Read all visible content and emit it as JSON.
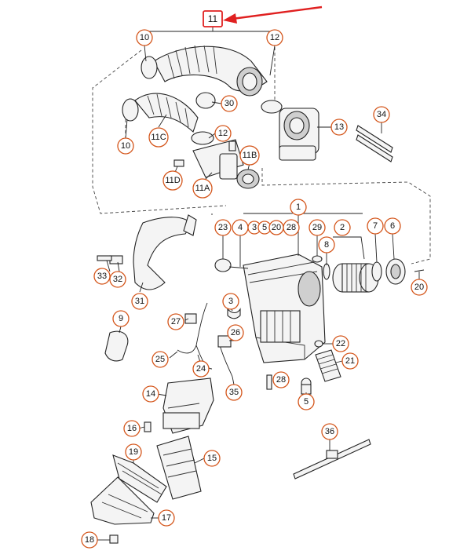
{
  "top_label": "11",
  "highlight_color": "#e02020",
  "callout_color": "#d4551a",
  "callouts": {
    "c10a": "10",
    "c12a": "12",
    "c30": "30",
    "c13": "13",
    "c34": "34",
    "c10b": "10",
    "c11c": "11C",
    "c12b": "12",
    "c11b": "11B",
    "c11d": "11D",
    "c11a": "11A",
    "c1": "1",
    "c23": "23",
    "c4": "4",
    "c3a": "3",
    "c5a": "5",
    "c20a": "20",
    "c28a": "28",
    "c29": "29",
    "c2": "2",
    "c7": "7",
    "c6": "6",
    "c8": "8",
    "c33": "33",
    "c32": "32",
    "c31": "31",
    "c20b": "20",
    "c9": "9",
    "c3b": "3",
    "c27": "27",
    "c26": "26",
    "c22": "22",
    "c25": "25",
    "c21": "21",
    "c24": "24",
    "c28b": "28",
    "c35": "35",
    "c5b": "5",
    "c14": "14",
    "c16": "16",
    "c36": "36",
    "c19": "19",
    "c15": "15",
    "c17": "17",
    "c18": "18"
  }
}
